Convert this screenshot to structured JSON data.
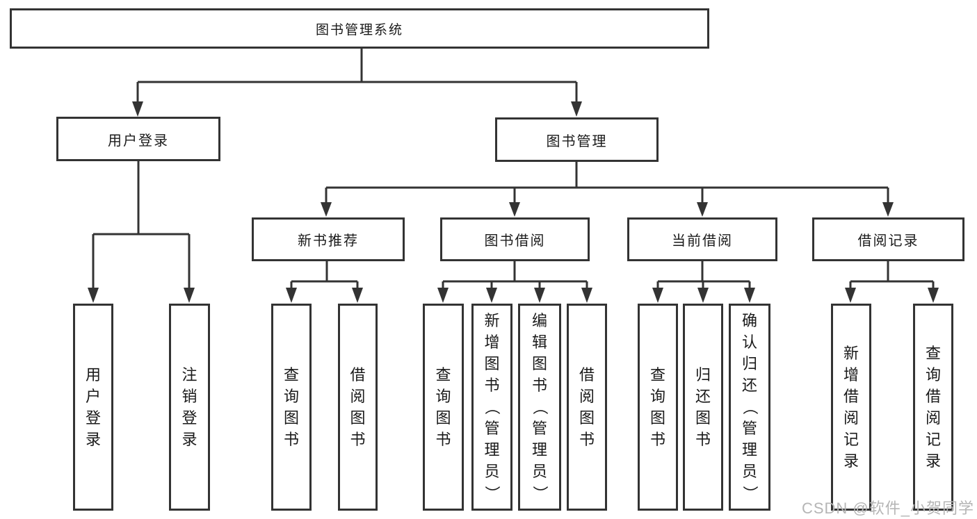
{
  "diagram": {
    "root": {
      "label": "图书管理系统"
    },
    "branches": [
      {
        "label": "用户登录",
        "children": [
          {
            "label": "用户登录"
          },
          {
            "label": "注销登录"
          }
        ]
      },
      {
        "label": "图书管理",
        "children": [
          {
            "label": "新书推荐",
            "children": [
              {
                "label": "查询图书"
              },
              {
                "label": "借阅图书"
              }
            ]
          },
          {
            "label": "图书借阅",
            "children": [
              {
                "label": "查询图书"
              },
              {
                "label": "新增图书（管理员）"
              },
              {
                "label": "编辑图书（管理员）"
              },
              {
                "label": "借阅图书"
              }
            ]
          },
          {
            "label": "当前借阅",
            "children": [
              {
                "label": "查询图书"
              },
              {
                "label": "归还图书"
              },
              {
                "label": "确认归还（管理员）"
              }
            ]
          },
          {
            "label": "借阅记录",
            "children": [
              {
                "label": "新增借阅记录"
              },
              {
                "label": "查询借阅记录"
              }
            ]
          }
        ]
      }
    ]
  },
  "watermark": {
    "text": "CSDN @软件_小贺同学"
  },
  "colors": {
    "line": "#333333",
    "box_border": "#333333",
    "box_fill": "#ffffff",
    "text": "#1a1a1a",
    "watermark": "#b5b5b5",
    "background": "#ffffff"
  }
}
